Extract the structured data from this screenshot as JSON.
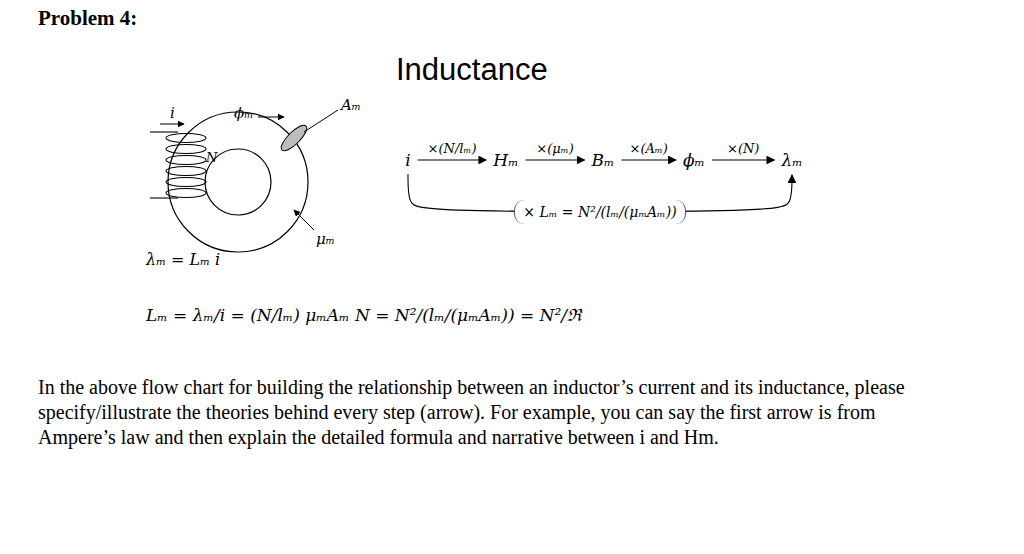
{
  "diagram": {
    "title": "Inductance",
    "nodes": [
      {
        "text": [
          "i"
        ]
      },
      {
        "text": [
          "Hₘ"
        ]
      },
      {
        "text": [
          "Bₘ"
        ]
      },
      {
        "text": [
          "ϕₘ"
        ]
      },
      {
        "text": [
          "λₘ"
        ]
      }
    ],
    "edges": [
      {
        "from": 0,
        "to": 1,
        "label": "×(N/lₘ)",
        "arrow": "to"
      },
      {
        "from": 1,
        "to": 2,
        "label": "×(μₘ)",
        "arrow": "to"
      },
      {
        "from": 2,
        "to": 3,
        "label": "×(Aₘ)",
        "arrow": "to"
      },
      {
        "from": 3,
        "to": 4,
        "label": "×(N)",
        "arrow": "to"
      },
      {
        "from": 0,
        "to": 4,
        "label": "× Lₘ = N²/(lₘ/(μₘAₘ))",
        "arrow": "to"
      }
    ],
    "labels": [
      "Problem 4:",
      "i",
      "ϕₘ",
      "Aₘ",
      "N",
      "μₘ",
      "λₘ = Lₘ i",
      "Lₘ = λₘ/i = (N/lₘ) μₘAₘ N = N²/(lₘ/(μₘAₘ)) = N²/ℜ",
      "In the above flow chart for building the relationship between an inductor’s current and its inductance, please specify/illustrate the theories behind every step (arrow). For example, you can say the first arrow is from Ampere’s law and then explain the detailed formula and narrative between i and Hm."
    ]
  }
}
